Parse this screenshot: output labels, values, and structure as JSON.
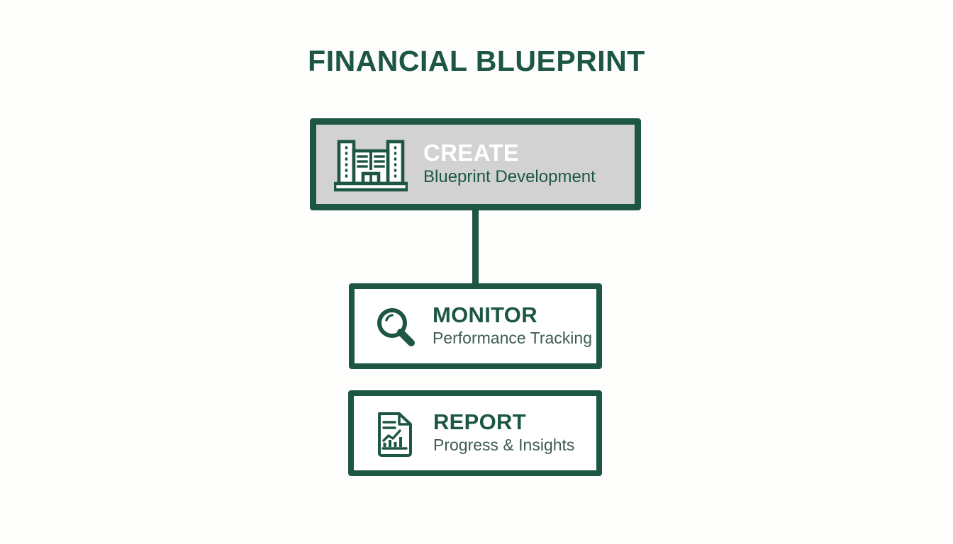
{
  "page": {
    "title": "FINANCIAL BLUEPRINT",
    "background_color": "#fdfdfc",
    "accent_color": "#1d5743",
    "muted_text_color": "#3d5c50",
    "highlight_fill_color": "#d2d2d2"
  },
  "diagram": {
    "type": "vertical-flow",
    "steps": [
      {
        "id": "create",
        "heading": "CREATE",
        "subtitle": "Blueprint Development",
        "icon": "building-icon",
        "fill": "#d2d2d2",
        "heading_color": "#ffffff",
        "subtitle_color": "#1d5743",
        "highlighted": true
      },
      {
        "id": "monitor",
        "heading": "MONITOR",
        "subtitle": "Performance Tracking",
        "icon": "magnifier-icon",
        "fill": "#ffffff",
        "heading_color": "#1d5743",
        "subtitle_color": "#3d5c50",
        "highlighted": false
      },
      {
        "id": "report",
        "heading": "REPORT",
        "subtitle": "Progress & Insights",
        "icon": "document-chart-icon",
        "fill": "#ffffff",
        "heading_color": "#1d5743",
        "subtitle_color": "#3d5c50",
        "highlighted": false
      }
    ],
    "connectors": [
      {
        "from": "create",
        "to": "monitor",
        "orientation": "vertical",
        "color": "#1d5743"
      }
    ]
  }
}
